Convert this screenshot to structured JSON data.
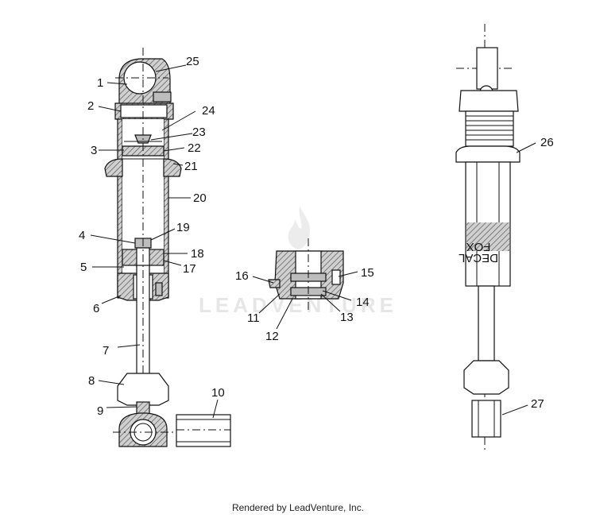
{
  "watermark": "LEADVENTURE",
  "footer": "Rendered by LeadVenture, Inc.",
  "decal_text": [
    "DECAL",
    "FOX"
  ],
  "callouts": {
    "c1": "1",
    "c2": "2",
    "c3": "3",
    "c4": "4",
    "c5": "5",
    "c6": "6",
    "c7": "7",
    "c8": "8",
    "c9": "9",
    "c10": "10",
    "c11": "11",
    "c12": "12",
    "c13": "13",
    "c14": "14",
    "c15": "15",
    "c16": "16",
    "c17": "17",
    "c18": "18",
    "c19": "19",
    "c20": "20",
    "c21": "21",
    "c22": "22",
    "c23": "23",
    "c24": "24",
    "c25": "25",
    "c26": "26",
    "c27": "27"
  }
}
